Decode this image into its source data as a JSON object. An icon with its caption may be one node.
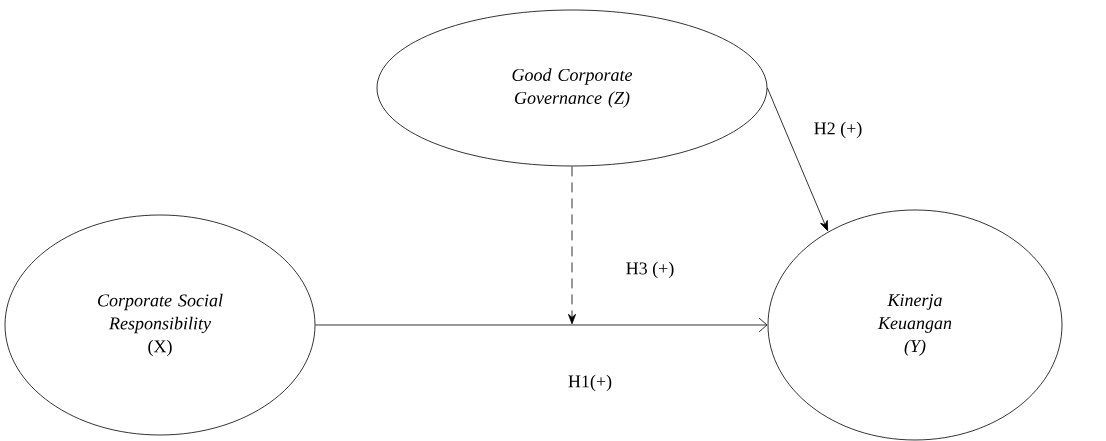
{
  "diagram": {
    "nodes": [
      {
        "text": [
          "Good Corporate Governance (Z)"
        ]
      },
      {
        "text": [
          "Corporate Social Responsibility",
          "(X)"
        ]
      },
      {
        "text": [
          "Kinerja Keuangan (Y)"
        ]
      }
    ],
    "edges": [
      {
        "from": 1,
        "to": 2,
        "arrow": "to",
        "label": "H1(+)"
      },
      {
        "from": 0,
        "to": 2,
        "arrow": "to",
        "label": "H2 (+)"
      },
      {
        "from": 0,
        "to": null,
        "arrow": "to",
        "style": "dashed",
        "label": "H3 (+)"
      }
    ]
  }
}
